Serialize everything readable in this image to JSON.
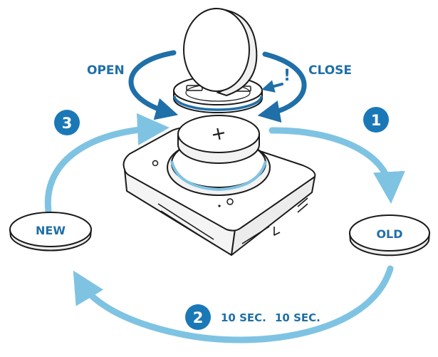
{
  "labels": {
    "open": "OPEN",
    "close": "CLOSE",
    "new": "NEW",
    "old": "OLD",
    "exclaim": "!",
    "time1": "10 SEC.",
    "time2": "10 SEC.",
    "cell_plus": "+"
  },
  "steps": [
    {
      "number": "1"
    },
    {
      "number": "2"
    },
    {
      "number": "3"
    }
  ],
  "colors": {
    "accent_dark": "#1f6fa8",
    "accent_light": "#7fc3e3",
    "badge": "#1a78b7",
    "outline": "#1a1a1a",
    "fill": "#ffffff",
    "shadow": "#e6e6e6"
  }
}
